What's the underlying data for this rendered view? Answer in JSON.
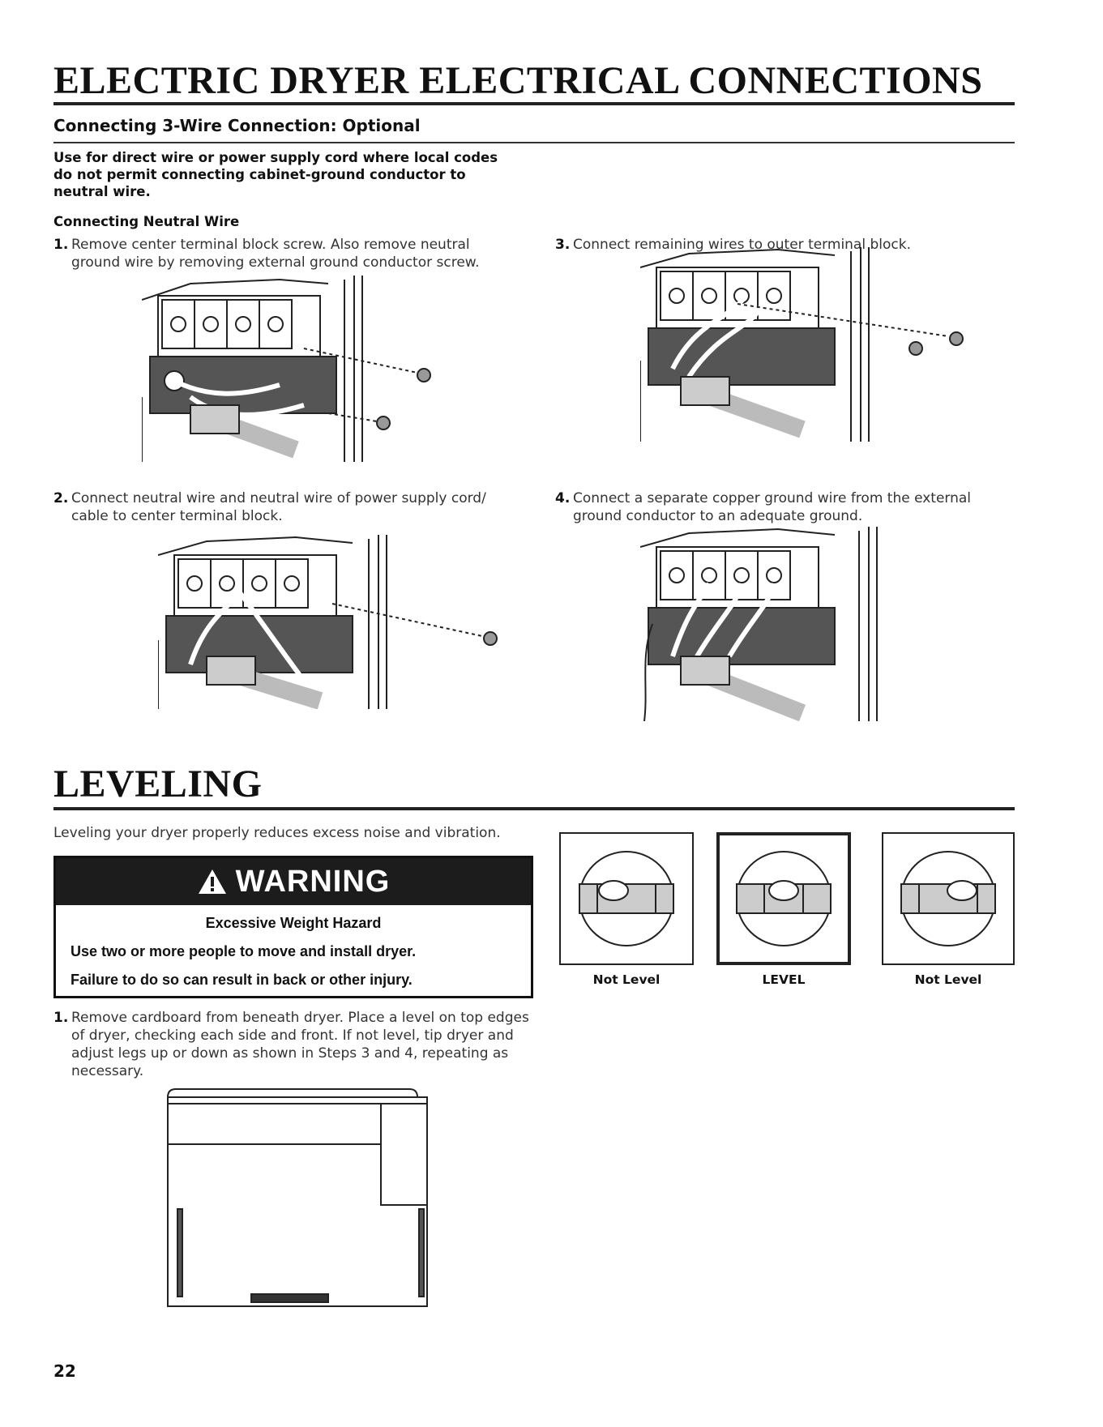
{
  "sections": {
    "electrical": {
      "title": "ELECTRIC DRYER ELECTRICAL CONNECTIONS",
      "subheading": "Connecting 3-Wire Connection: Optional",
      "intro": "Use for direct wire or power supply cord where local codes do not permit connecting cabinet-ground conductor to neutral wire.",
      "minor_heading": "Connecting Neutral Wire",
      "steps": [
        {
          "num": "1.",
          "text": "Remove center terminal block screw. Also remove neutral ground wire by removing external ground conductor screw."
        },
        {
          "num": "2.",
          "text": "Connect neutral wire and neutral wire of power supply cord/ cable to center terminal block."
        },
        {
          "num": "3.",
          "text": "Connect remaining wires to outer terminal block."
        },
        {
          "num": "4.",
          "text": "Connect a separate copper ground wire from the external ground conductor to an adequate ground."
        }
      ]
    },
    "leveling": {
      "title": "LEVELING",
      "intro": "Leveling your dryer properly reduces excess noise and vibration.",
      "warning": {
        "heading": "WARNING",
        "hazard": "Excessive Weight Hazard",
        "line1": "Use two or more people to move and install dryer.",
        "line2": "Failure to do so can result in back or other injury."
      },
      "level_labels": [
        "Not Level",
        "LEVEL",
        "Not Level"
      ],
      "steps": [
        {
          "num": "1.",
          "text": "Remove cardboard from beneath dryer. Place a level on top edges of dryer, checking each side and front. If not level, tip dryer and adjust legs up or down as shown in Steps 3 and 4, repeating as necessary."
        }
      ]
    }
  },
  "page_number": "22"
}
